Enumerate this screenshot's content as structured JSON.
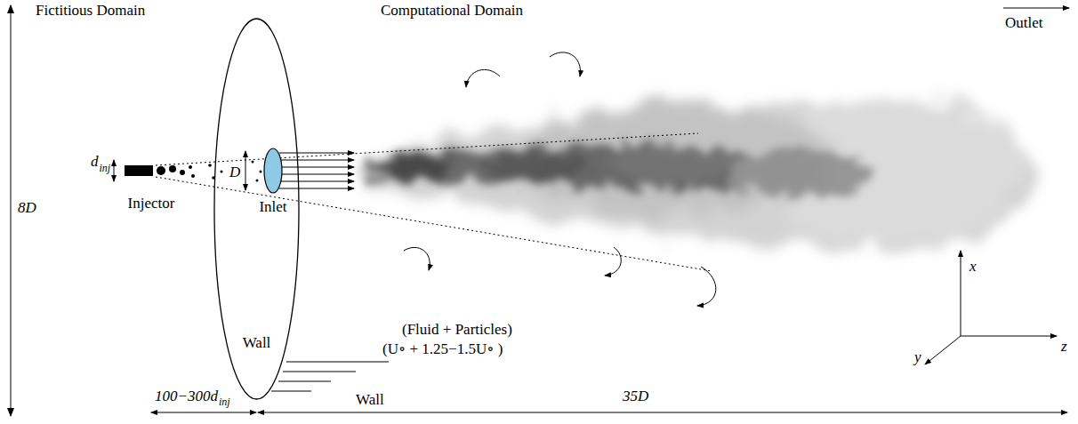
{
  "diagram": {
    "nodes": [
      {
        "text": [
          "Wall"
        ]
      },
      {
        "text": [
          "Inlet"
        ],
        "in": 0
      },
      {
        "text": [
          "Injector"
        ]
      }
    ],
    "labels": [
      "Fictitious Domain",
      "Computational Domain",
      "Outlet",
      "8D",
      "d",
      "inj",
      "D",
      "(Fluid + Particles)",
      "(U∘ + 1.25−1.5U∘ )",
      "Wall",
      "100−300d",
      "inj",
      "35D",
      "x",
      "y",
      "z"
    ]
  }
}
